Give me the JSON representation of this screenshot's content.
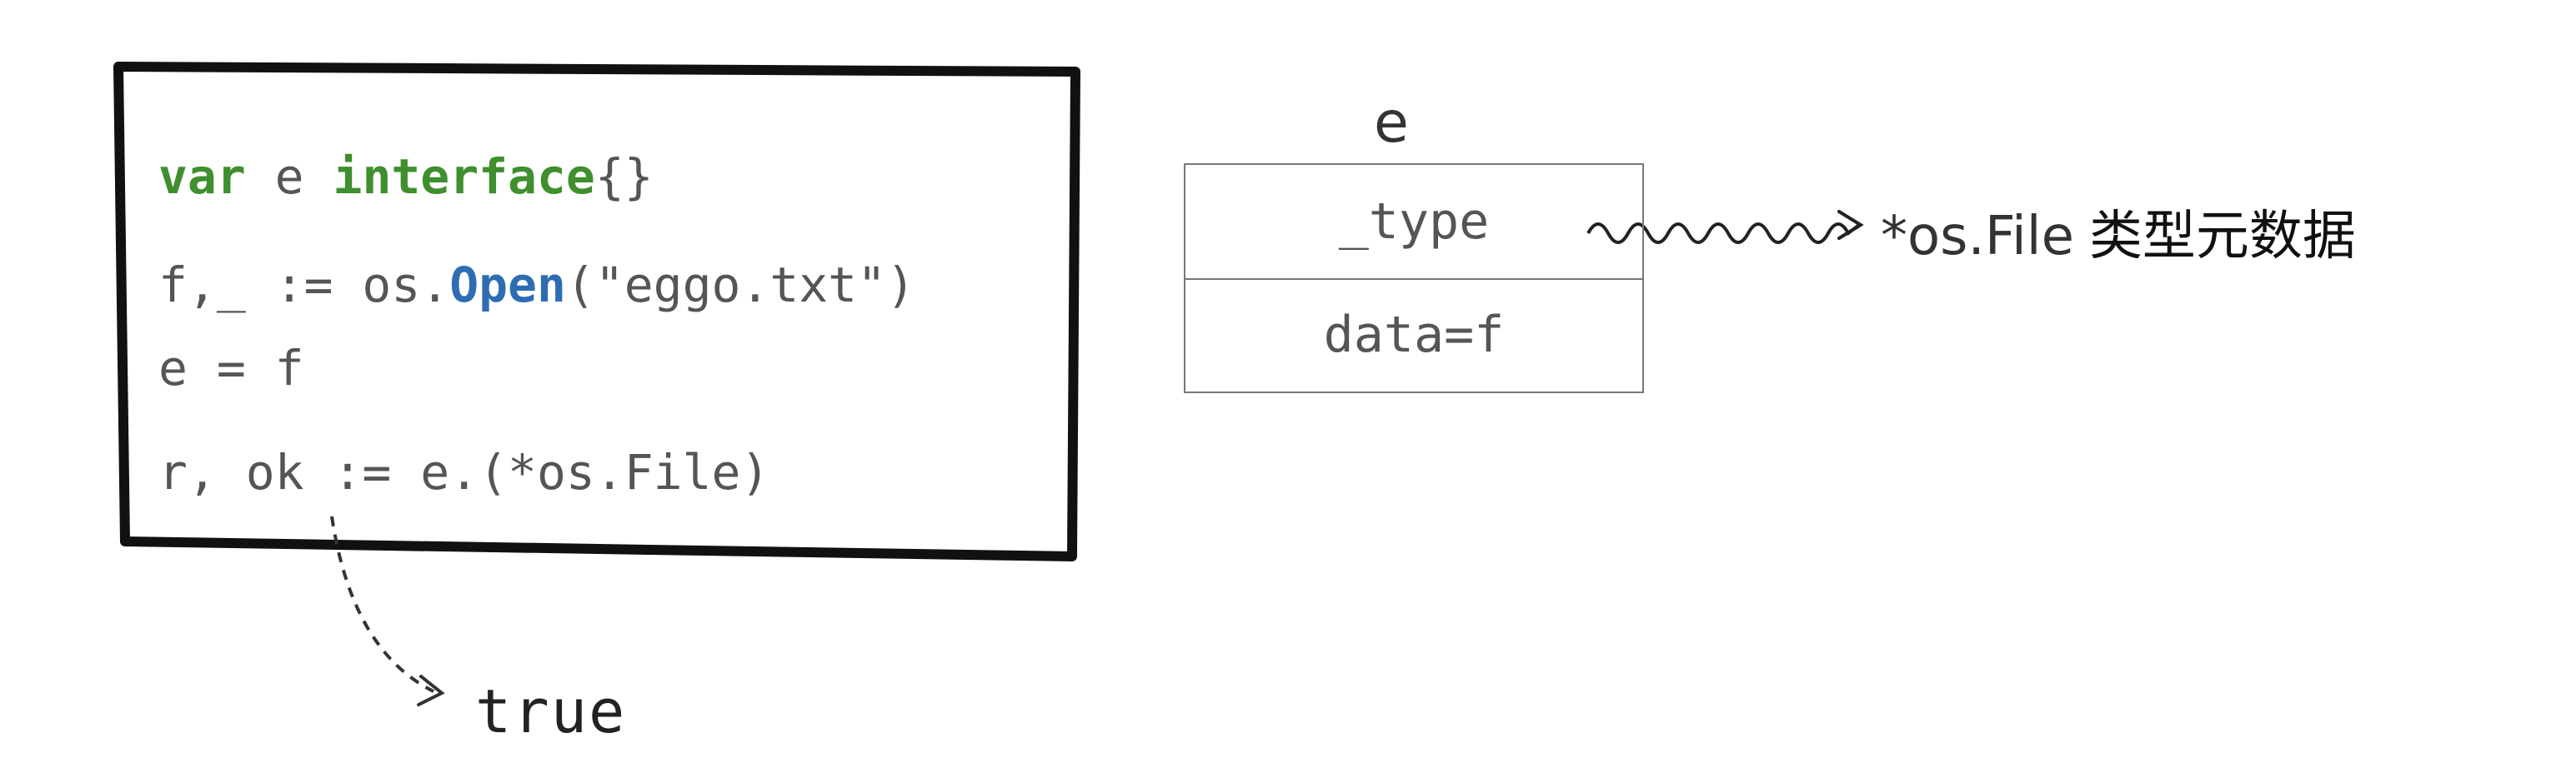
{
  "code": {
    "line1": {
      "kw_var": "var",
      "name": " e ",
      "kw_interface": "interface",
      "braces": "{}"
    },
    "line2": {
      "prefix": "f,_ := os.",
      "func": "Open",
      "suffix": "(\"eggo.txt\")"
    },
    "line3": "e = f",
    "line4": "r, ok := e.(*os.File)"
  },
  "result_label": "true",
  "interface_var": {
    "name": "e",
    "type_field": "_type",
    "data_field": "data=f"
  },
  "type_metadata": {
    "type_name": "*os.File",
    "description": "类型元数据"
  },
  "colors": {
    "keyword": "#3f8f2e",
    "function": "#2f6db3",
    "text": "#555555",
    "stroke": "#111111"
  }
}
